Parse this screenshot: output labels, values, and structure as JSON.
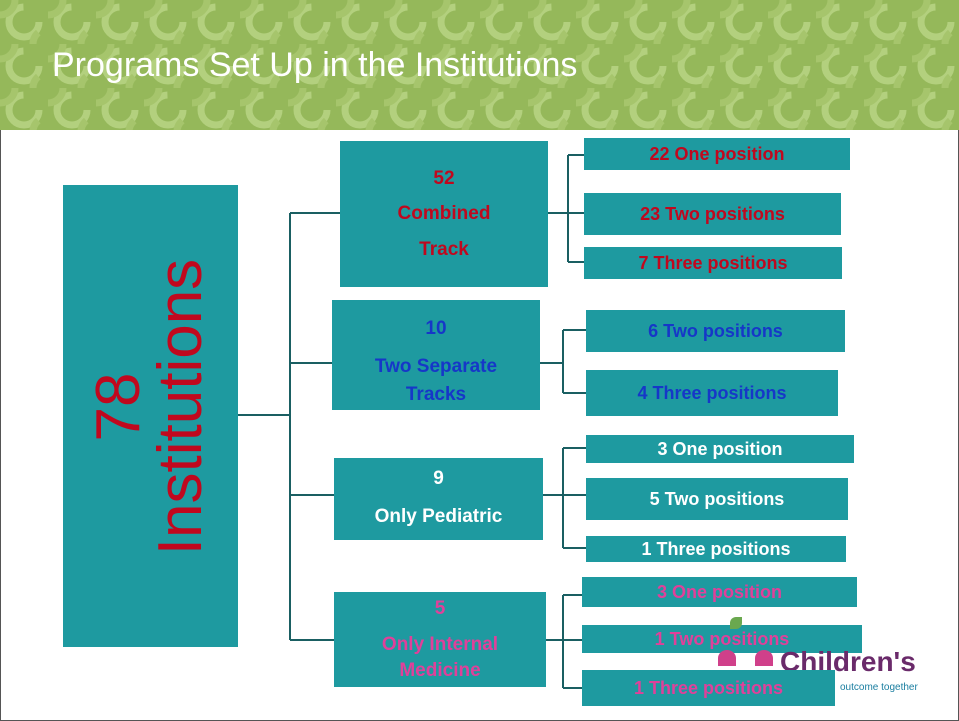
{
  "title": "Programs Set Up in the Institutions",
  "root": {
    "number": "78",
    "label": "Institutions"
  },
  "groups": [
    {
      "count": "52",
      "label_line1": "Combined",
      "label_line2": "Track",
      "leaves": [
        "22 One position",
        "23 Two positions",
        "7 Three positions"
      ]
    },
    {
      "count": "10",
      "label_line1": "Two Separate",
      "label_line2": "Tracks",
      "leaves": [
        "6 Two positions",
        "4 Three  positions"
      ]
    },
    {
      "count": "9",
      "label_line1": "Only Pediatric",
      "leaves": [
        "3 One position",
        "5 Two positions",
        "1 Three positions"
      ]
    },
    {
      "count": "5",
      "label_line1": "Only Internal",
      "label_line2": "Medicine",
      "leaves": [
        "3 One position",
        "1 Two positions",
        "1 Three positions"
      ]
    }
  ],
  "logo": {
    "wordmark": "Children's",
    "tagline": "outcome together"
  },
  "colors": {
    "box": "#1e9aa0",
    "red": "#c0081e",
    "blue": "#1637c8",
    "pink": "#e0409a",
    "banner": "#95b85a"
  }
}
